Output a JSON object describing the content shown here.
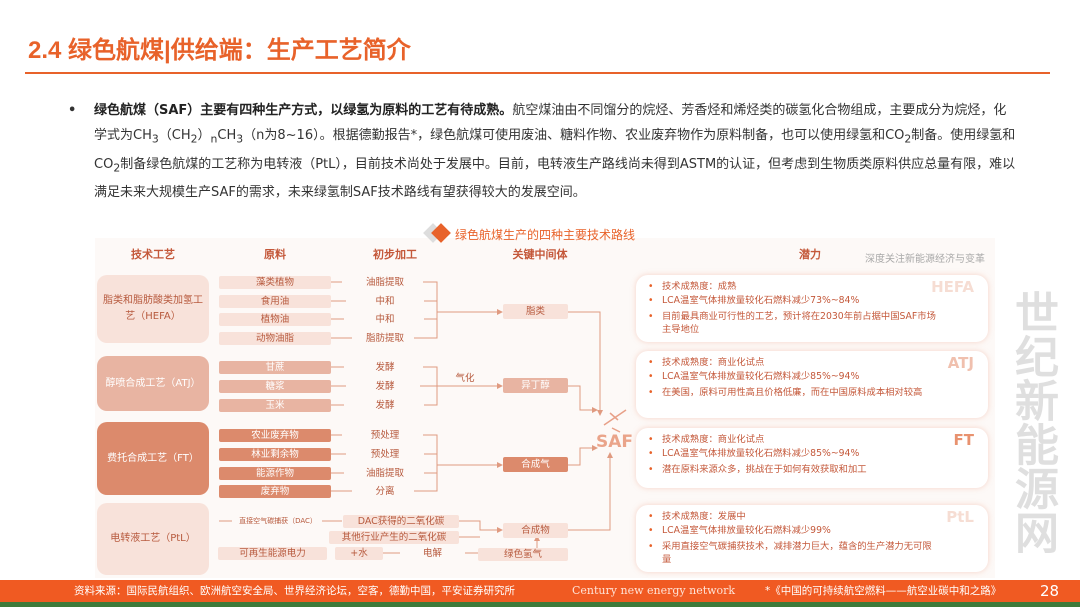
{
  "title": "2.4 绿色航煤|供给端：生产工艺简介",
  "intro": {
    "bullet": "•",
    "bold": "绿色航煤（SAF）主要有四种生产方式，以绿氢为原料的工艺有待成熟。",
    "text1": "航空煤油由不同馏分的烷烃、芳香烃和烯烃类的碳氢化合物组成，主要成分为烷烃，化学式为CH",
    "sub3a": "3",
    "text2": "（CH",
    "sub2": "2",
    "text3": "）",
    "subn": "n",
    "text4": "CH",
    "sub3b": "3",
    "text5": "（n为8~16）。根据德勤报告*，绿色航煤可使用废油、糖料作物、农业废弃物作为原料制备，也可以使用绿氢和CO",
    "subco1": "2",
    "text6": "制备。使用绿氢和CO",
    "subco2": "2",
    "text7": "制备绿色航煤的工艺称为电转液（PtL），目前技术尚处于发展中。目前，电转液生产路线尚未得到ASTM的认证，但考虑到生物质类原料供应总量有限，难以满足未来大规模生产SAF的需求，未来绿氢制SAF技术路线有望获得较大的发展空间。"
  },
  "diagram": {
    "title": "绿色航煤生产的四种主要技术路线",
    "headers": {
      "tech": "技术工艺",
      "raw": "原料",
      "proc": "初步加工",
      "mid": "关键中间体",
      "pot": "潜力"
    },
    "tech": [
      "脂类和脂肪酸类加氢工艺（HEFA）",
      "醇喷合成工艺（ATJ）",
      "费托合成工艺（FT）",
      "电转液工艺（PtL）"
    ],
    "hefa": {
      "raw": [
        "藻类植物",
        "食用油",
        "植物油",
        "动物油脂"
      ],
      "proc": [
        "油脂提取",
        "中和",
        "中和",
        "脂肪提取"
      ],
      "mid": "脂类"
    },
    "atj": {
      "raw": [
        "甘蔗",
        "糖浆",
        "玉米"
      ],
      "proc": [
        "发酵",
        "发酵",
        "发酵"
      ],
      "gas": "气化",
      "mid": "异丁醇"
    },
    "ft": {
      "raw": [
        "农业废弃物",
        "林业剩余物",
        "能源作物",
        "废弃物"
      ],
      "proc": [
        "预处理",
        "预处理",
        "油脂提取",
        "分离"
      ],
      "mid": "合成气"
    },
    "ptl": {
      "dac": "直接空气碳捕获（DAC）",
      "dac_co2": "DAC获得的二氧化碳",
      "other_co2": "其他行业产生的二氧化碳",
      "power": "可再生能源电力",
      "water": "+水",
      "electrolysis": "电解",
      "h2": "绿色氢气",
      "mid": "合成物"
    },
    "saf": "SAF",
    "potential": [
      {
        "tag": "HEFA",
        "items": [
          "技术成熟度：成熟",
          "LCA温室气体排放量较化石燃料减少73%~84%",
          "目前最具商业可行性的工艺，预计将在2030年前占据中国SAF市场主导地位"
        ]
      },
      {
        "tag": "ATJ",
        "items": [
          "技术成熟度：商业化试点",
          "LCA温室气体排放量较化石燃料减少85%~94%",
          "在美国，原料可用性高且价格低廉，而在中国原料成本相对较高"
        ]
      },
      {
        "tag": "FT",
        "items": [
          "技术成熟度：商业化试点",
          "LCA温室气体排放量较化石燃料减少85%~94%",
          "潜在原料来源众多，挑战在于如何有效获取和加工"
        ]
      },
      {
        "tag": "PtL",
        "items": [
          "技术成熟度：发展中",
          "LCA温室气体排放量较化石燃料减少99%",
          "采用直接空气碳捕获技术，减排潜力巨大，蕴含的生产潜力无可限量"
        ]
      }
    ]
  },
  "footer": {
    "source": "资料来源：国际民航组织、欧洲航空安全局、世界经济论坛，空客，德勤中国，平安证券研究所",
    "note": "*《中国的可持续航空燃料——航空业碳中和之路》",
    "page": "28"
  },
  "watermark": {
    "main": "世纪新能源网",
    "sub": "深度关注新能源经济与变革",
    "en": "Century new energy network"
  },
  "colors": {
    "accent": "#E8622A",
    "footer": "#F05A22"
  }
}
